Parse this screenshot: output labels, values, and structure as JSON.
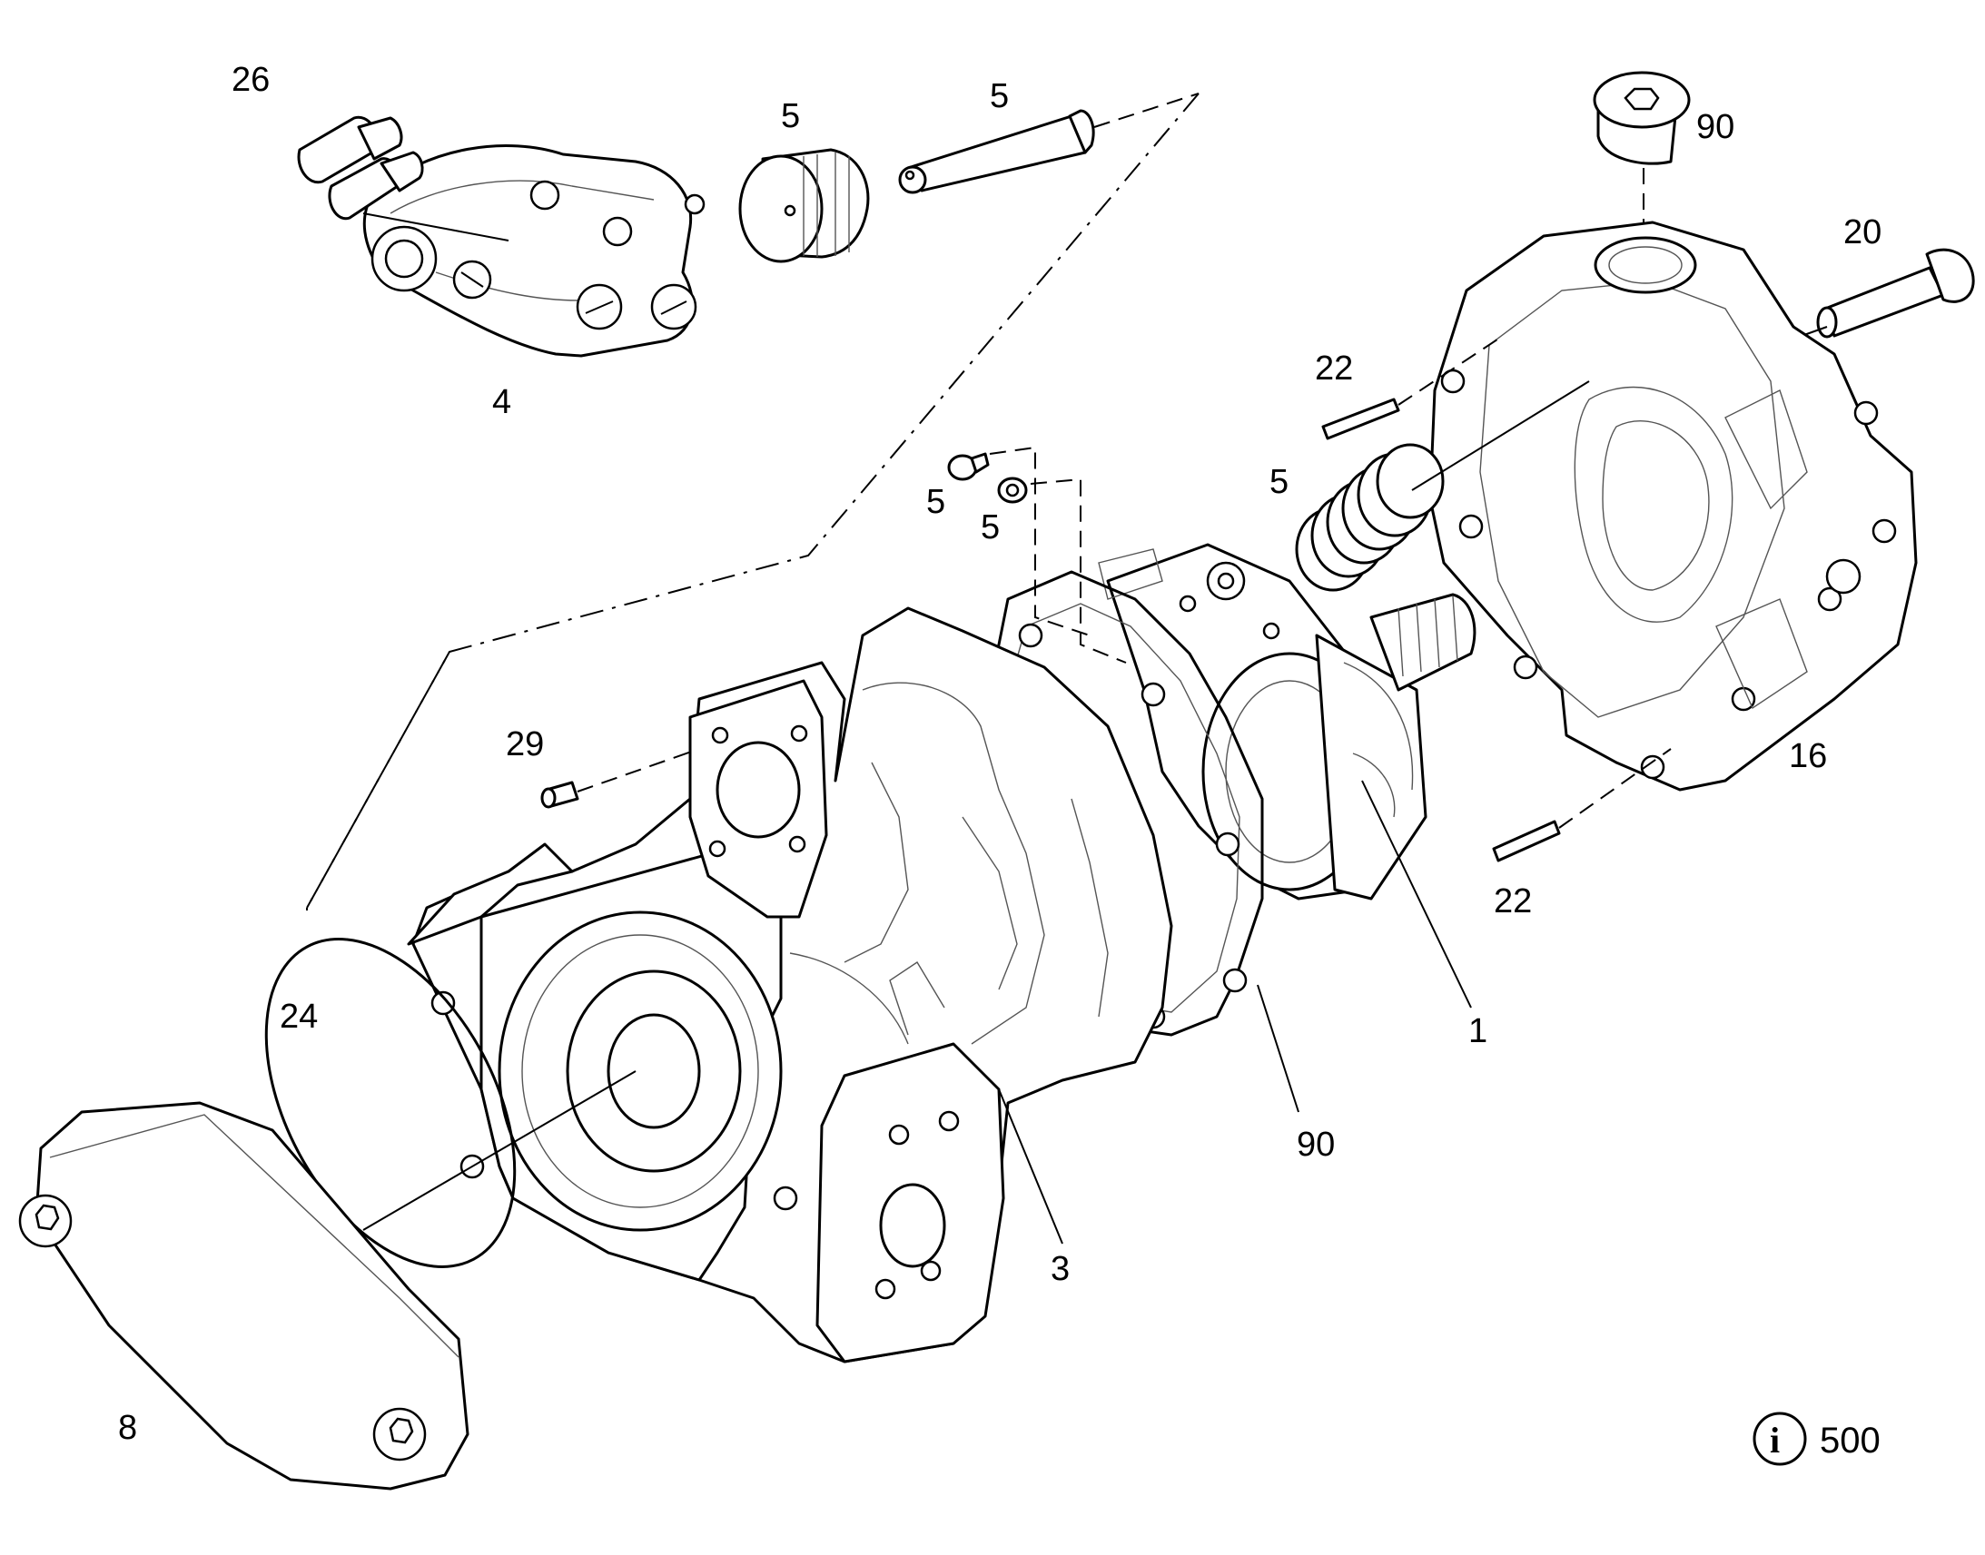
{
  "callouts": {
    "c26": "26",
    "c5a": "5",
    "c5b": "5",
    "c90a": "90",
    "c20": "20",
    "c4": "4",
    "c22a": "22",
    "c5c": "5",
    "c5d": "5",
    "c5e": "5",
    "c29": "29",
    "c16": "16",
    "c22b": "22",
    "c24": "24",
    "c1": "1",
    "c90b": "90",
    "c3": "3",
    "c8": "8"
  },
  "info": {
    "glyph": "i",
    "ref": "500"
  }
}
